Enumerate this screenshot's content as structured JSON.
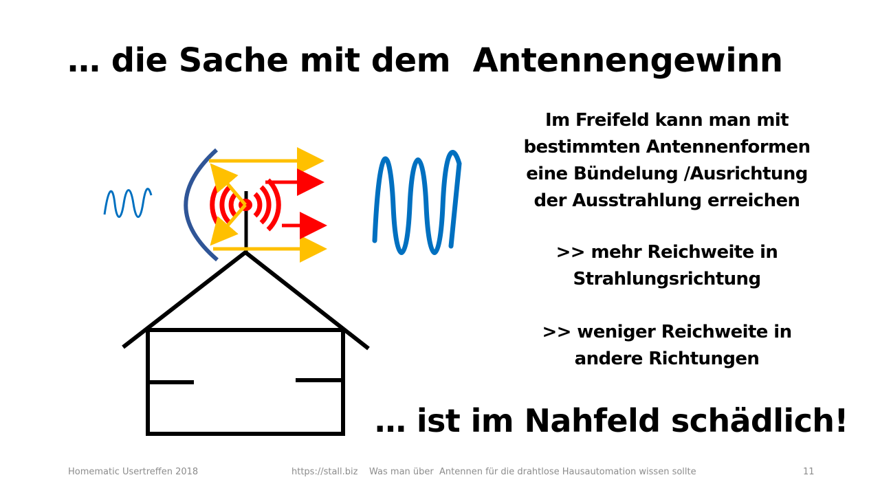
{
  "title": "… die Sache mit dem  Antennengewinn",
  "info_block": {
    "lines": [
      "Im Freifeld kann man mit",
      "bestimmten Antennenformen",
      "eine Bündelung /Ausrichtung",
      "der Ausstrahlung erreichen"
    ]
  },
  "more_range": {
    "lines": [
      ">> mehr Reichweite in",
      "Strahlungsrichtung"
    ]
  },
  "less_range": {
    "lines": [
      ">> weniger Reichweite in",
      "andere Richtungen"
    ]
  },
  "conclusion": "… ist im Nahfeld schädlich!",
  "footer": {
    "left": "Homematic Usertreffen 2018",
    "center": "https://stall.biz    Was man über  Antennen für die drahtlose Hausautomation wissen sollte",
    "page_number": "11"
  },
  "colors": {
    "house": "#000000",
    "reflector": "#2f5597",
    "waves": "#ff0000",
    "arrows_yellow": "#ffc000",
    "arrows_red": "#ff0000",
    "wave_blue": "#0070c0",
    "footer_text": "#8c8c8c"
  },
  "icons": [
    "house-icon",
    "antenna-icon",
    "reflector-icon",
    "radiation-waves-icon",
    "small-wave-icon",
    "large-wave-icon"
  ]
}
